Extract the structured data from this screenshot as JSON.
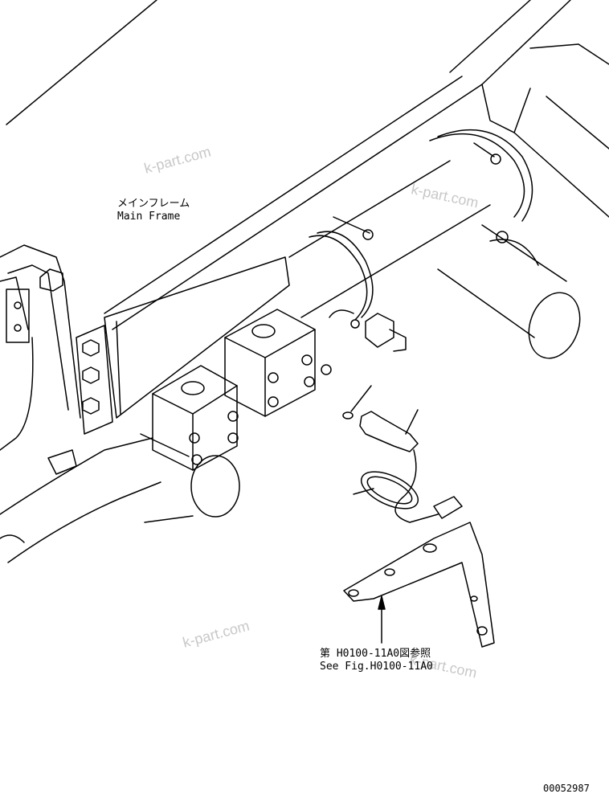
{
  "labels": {
    "main_frame_jp": "メインフレーム",
    "main_frame_en": "Main Frame",
    "see_fig_jp": "第 H0100-11A0図参照",
    "see_fig_en": "See Fig.H0100-11A0",
    "drawing_number": "00052987"
  },
  "watermarks": [
    "k-part.com",
    "k-part.com",
    "k-part.com",
    "k-part.com"
  ],
  "colors": {
    "line": "#000000",
    "watermark": "#c8c8c8",
    "background": "#ffffff"
  }
}
